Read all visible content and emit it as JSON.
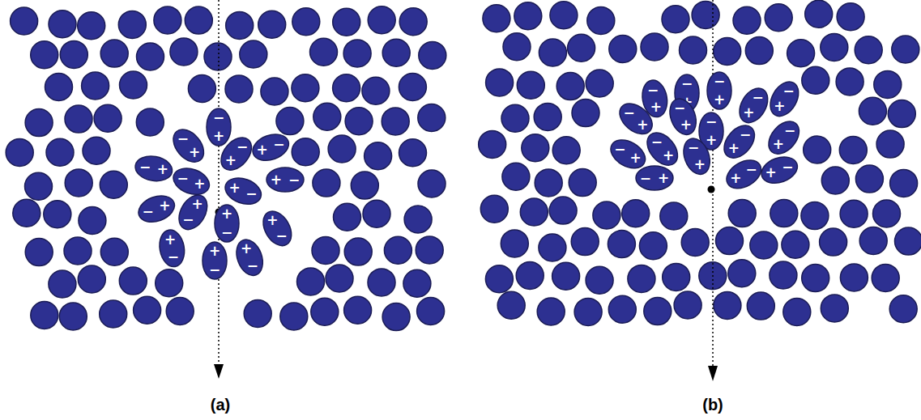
{
  "diagram": {
    "nodes": [
      {
        "text": [
          "−",
          "+"
        ]
      },
      {
        "text": [
          "−",
          "+"
        ]
      },
      {
        "text": [
          "−",
          "+"
        ]
      },
      {
        "text": [
          "+",
          "−"
        ]
      },
      {
        "text": [
          "−",
          "+"
        ]
      },
      {
        "text": [
          "−",
          "+"
        ]
      },
      {
        "text": [
          "+",
          "−"
        ]
      },
      {
        "text": [
          "+",
          "−"
        ]
      },
      {
        "text": [
          "−",
          "+"
        ]
      },
      {
        "text": [
          "+",
          "−"
        ]
      },
      {
        "text": [
          "+",
          "−"
        ]
      },
      {
        "text": [
          "+",
          "−"
        ]
      },
      {
        "text": [
          "+",
          "−"
        ]
      },
      {
        "text": [
          "+",
          "−"
        ]
      },
      {
        "text": [
          "+",
          "−"
        ]
      },
      {
        "text": [
          "−",
          "+"
        ]
      },
      {
        "text": [
          "−",
          "+"
        ]
      },
      {
        "text": [
          "−",
          "+"
        ]
      },
      {
        "text": [
          "−",
          "+"
        ]
      },
      {
        "text": [
          "−",
          "+"
        ]
      },
      {
        "text": [
          "−",
          "+"
        ]
      },
      {
        "text": [
          "−",
          "+"
        ]
      },
      {
        "text": [
          "−",
          "+"
        ]
      },
      {
        "text": [
          "−",
          "+"
        ]
      },
      {
        "text": [
          "−",
          "+"
        ]
      },
      {
        "text": [
          "−",
          "+"
        ]
      },
      {
        "text": [
          "−",
          "+"
        ]
      },
      {
        "text": [
          "−",
          "+"
        ]
      },
      {
        "text": [
          "−",
          "+"
        ]
      },
      {
        "text": [
          "+",
          "−"
        ]
      },
      {
        "text": [
          "+",
          "−"
        ]
      }
    ],
    "labels": [
      "(a)",
      "(b)"
    ]
  }
}
